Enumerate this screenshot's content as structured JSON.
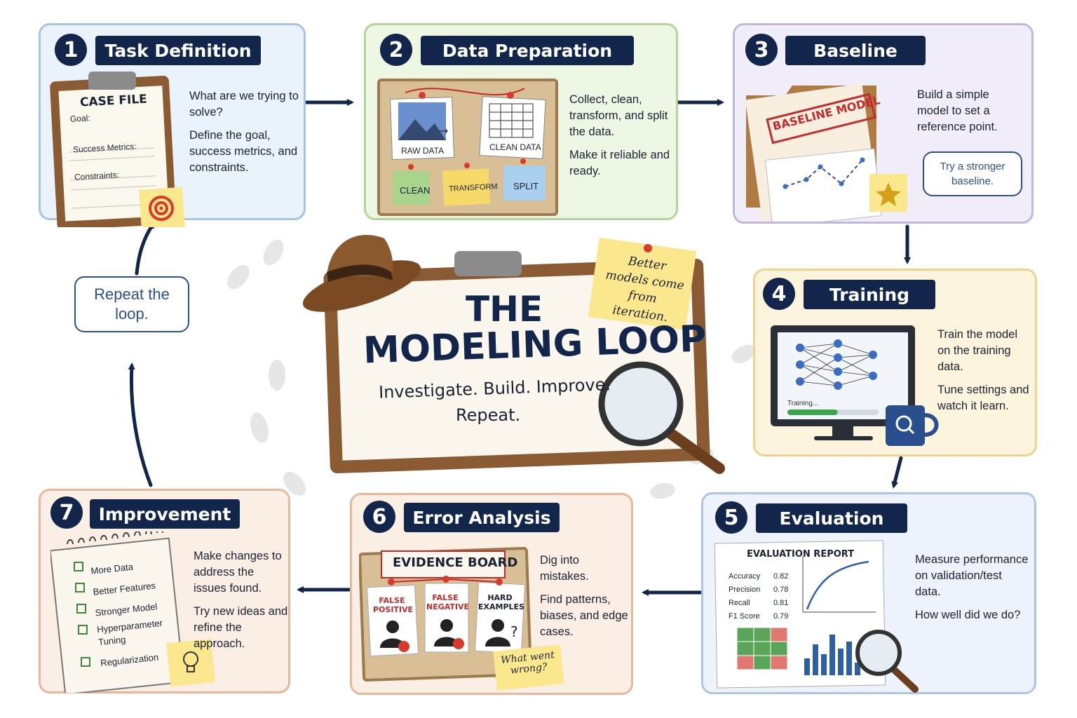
{
  "steps": [
    {
      "number": "1",
      "title": "Task Definition",
      "desc": [
        "What are we trying to solve?",
        "Define the goal, success metrics, and constraints."
      ]
    },
    {
      "number": "2",
      "title": "Data Preparation",
      "desc": [
        "Collect, clean, transform, and split the data.",
        "Make it reliable and ready."
      ]
    },
    {
      "number": "3",
      "title": "Baseline",
      "desc": [
        "Build a simple model to set a reference point."
      ]
    },
    {
      "number": "4",
      "title": "Training",
      "desc": [
        "Train the model on the training data.",
        "Tune settings and watch it learn."
      ]
    },
    {
      "number": "5",
      "title": "Evaluation",
      "desc": [
        "Measure performance on validation/test data.",
        "How well did we do?"
      ]
    },
    {
      "number": "6",
      "title": "Error Analysis",
      "desc": [
        "Dig into mistakes.",
        "Find patterns, biases, and edge cases."
      ]
    },
    {
      "number": "7",
      "title": "Improvement",
      "desc": [
        "Make changes to address the issues found.",
        "Try new ideas and refine the approach."
      ]
    }
  ],
  "case_file": {
    "title": "CASE FILE",
    "fields": [
      "Goal:",
      "Success Metrics:",
      "Constraints:"
    ]
  },
  "data_prep": {
    "raw": "RAW DATA",
    "clean_data": "CLEAN DATA",
    "notes": [
      "CLEAN",
      "TRANSFORM",
      "SPLIT"
    ]
  },
  "baseline": {
    "stamp": "BASELINE MODEL",
    "bubble": "Try a stronger baseline."
  },
  "training": {
    "progress_label": "Training...",
    "progress": 0.55
  },
  "evaluation": {
    "report_title": "EVALUATION REPORT",
    "metrics": [
      {
        "name": "Accuracy",
        "value": "0.82"
      },
      {
        "name": "Precision",
        "value": "0.78"
      },
      {
        "name": "Recall",
        "value": "0.81"
      },
      {
        "name": "F1 Score",
        "value": "0.79"
      }
    ]
  },
  "error_analysis": {
    "board_title": "EVIDENCE BOARD",
    "cards": [
      "FALSE POSITIVE",
      "FALSE NEGATIVE",
      "HARD EXAMPLES"
    ],
    "note": "What went wrong?"
  },
  "improvement": {
    "items": [
      "More Data",
      "Better Features",
      "Stronger Model",
      "Hyperparameter Tuning",
      "Regularization"
    ]
  },
  "center": {
    "title_line1": "THE",
    "title_line2": "MODELING LOOP",
    "subtitle": "Investigate. Build. Improve.",
    "subtitle2": "Repeat.",
    "sticky": "Better models come from iteration."
  },
  "repeat": "Repeat the loop.",
  "colors": {
    "navy": "#12254a",
    "board": "#8a5a33",
    "note_yellow": "#fbe88e"
  }
}
